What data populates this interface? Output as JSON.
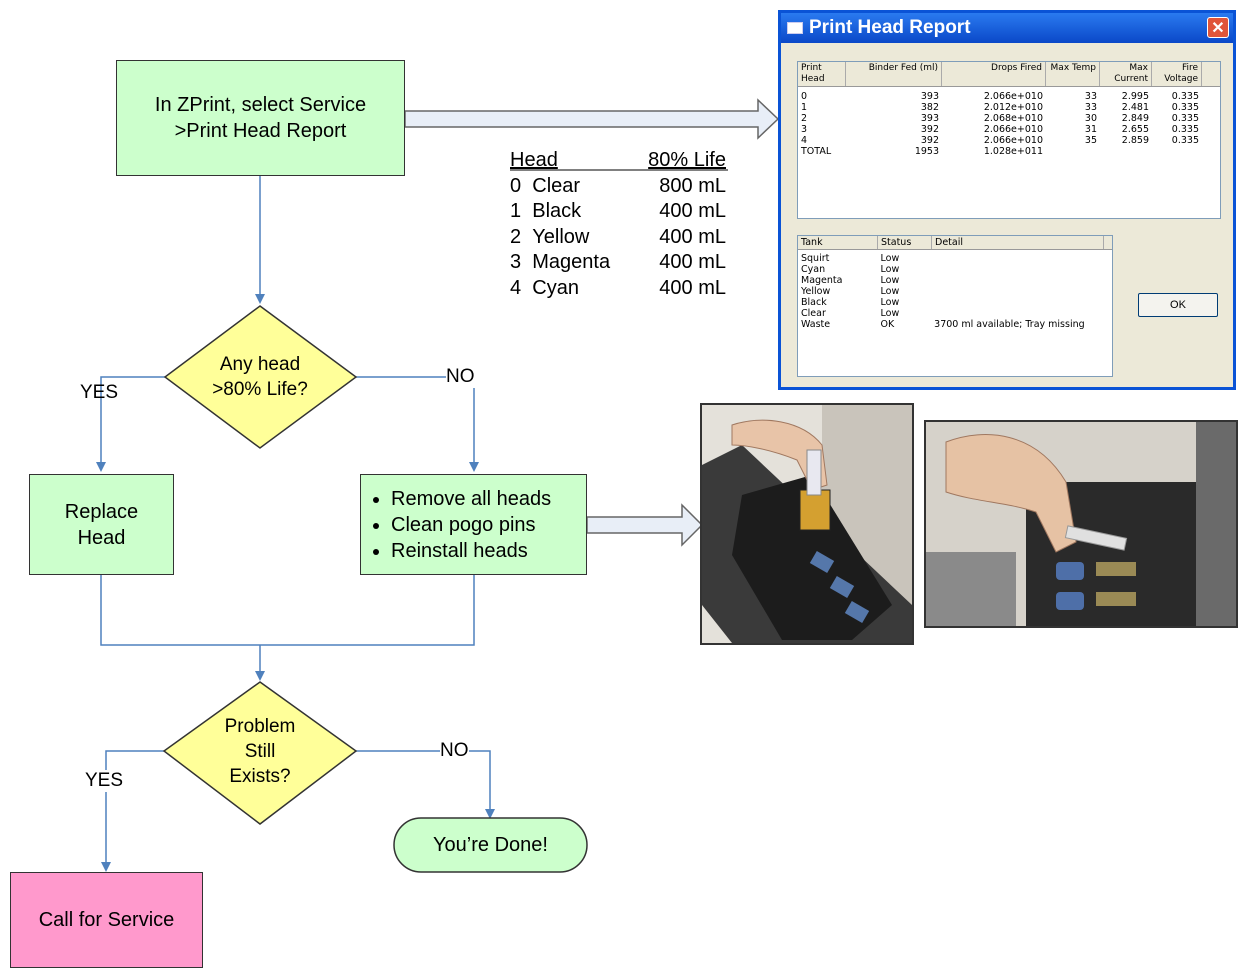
{
  "flow": {
    "start": "In ZPrint, select Service >Print Head Report",
    "decision1": "Any head >80% Life?",
    "yes1": "YES",
    "no1": "NO",
    "replace": "Replace Head",
    "clean_items": [
      "Remove all heads",
      "Clean pogo pins",
      "Reinstall heads"
    ],
    "decision2": "Problem Still Exists?",
    "yes2": "YES",
    "no2": "NO",
    "done": "You’re Done!",
    "service": "Call for Service"
  },
  "head_table": {
    "col_head": "Head",
    "col_life": "80% Life",
    "rows": [
      {
        "num": "0",
        "name": "Clear",
        "life": "800 mL"
      },
      {
        "num": "1",
        "name": "Black",
        "life": "400 mL"
      },
      {
        "num": "2",
        "name": "Yellow",
        "life": "400 mL"
      },
      {
        "num": "3",
        "name": "Magenta",
        "life": "400 mL"
      },
      {
        "num": "4",
        "name": "Cyan",
        "life": "400 mL"
      }
    ]
  },
  "dialog": {
    "title": "Print Head Report",
    "close_glyph": "✕",
    "head_columns": [
      "Print Head",
      "Binder Fed (ml)",
      "Drops Fired",
      "Max Temp",
      "Max Current",
      "Fire Voltage"
    ],
    "head_rows": [
      [
        "0",
        "393",
        "2.066e+010",
        "33",
        "2.995",
        "0.335"
      ],
      [
        "1",
        "382",
        "2.012e+010",
        "33",
        "2.481",
        "0.335"
      ],
      [
        "2",
        "393",
        "2.068e+010",
        "30",
        "2.849",
        "0.335"
      ],
      [
        "3",
        "392",
        "2.066e+010",
        "31",
        "2.655",
        "0.335"
      ],
      [
        "4",
        "392",
        "2.066e+010",
        "35",
        "2.859",
        "0.335"
      ],
      [
        "TOTAL",
        "1953",
        "1.028e+011",
        "",
        "",
        ""
      ]
    ],
    "tank_columns": [
      "Tank",
      "Status",
      "Detail"
    ],
    "tank_rows": [
      [
        "Squirt",
        "Low",
        ""
      ],
      [
        "Cyan",
        "Low",
        ""
      ],
      [
        "Magenta",
        "Low",
        ""
      ],
      [
        "Yellow",
        "Low",
        ""
      ],
      [
        "Black",
        "Low",
        ""
      ],
      [
        "Clear",
        "Low",
        ""
      ],
      [
        "Waste",
        "OK",
        "3700 ml available; Tray missing"
      ]
    ],
    "ok_label": "OK"
  },
  "colors": {
    "process_fill": "#ccffcc",
    "decision_fill": "#ffff99",
    "terminal_fill": "#ff99cc",
    "connector": "#4f81bd"
  }
}
